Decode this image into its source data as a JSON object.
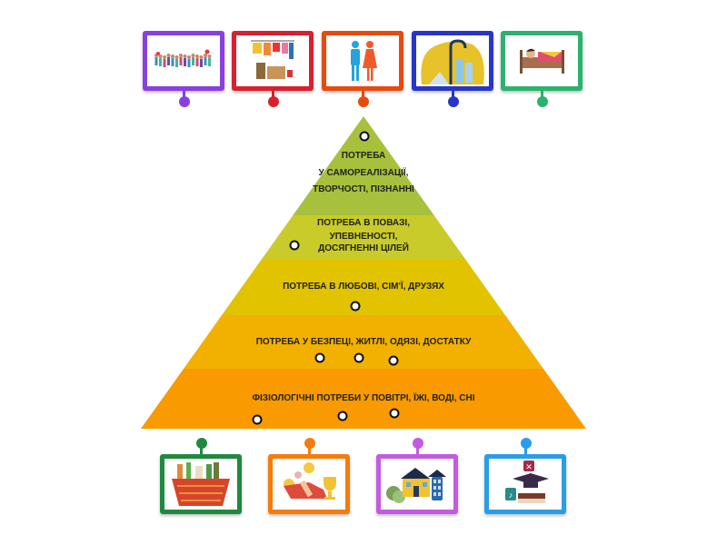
{
  "top_cards": [
    {
      "icon": "crowd-people-image",
      "color": "#8a3fe0"
    },
    {
      "icon": "clothes-rack-image",
      "color": "#d8202e"
    },
    {
      "icon": "man-woman-image",
      "color": "#e84a10"
    },
    {
      "icon": "water-tap-image",
      "color": "#2836c8"
    },
    {
      "icon": "sleeping-bed-image",
      "color": "#2ab36e"
    }
  ],
  "bottom_cards": [
    {
      "icon": "food-basket-image",
      "color": "#1f8a3e"
    },
    {
      "icon": "achievement-trophy-image",
      "color": "#f57c0a"
    },
    {
      "icon": "house-money-image",
      "color": "#c45ae0"
    },
    {
      "icon": "education-books-image",
      "color": "#2a9de8"
    }
  ],
  "pyramid": {
    "levels": [
      {
        "lines": [
          "ПОТРЕБА",
          "У САМОРЕАЛІЗАЦІЇ,",
          "ТВОРЧОСТІ, ПІЗНАННІ"
        ],
        "color": "#a8c13c"
      },
      {
        "lines": [
          "ПОТРЕБА В ПОВАЗІ,",
          "УПЕВНЕНОСТІ,",
          "ДОСЯГНЕННІ ЦІЛЕЙ"
        ],
        "color": "#c9cb2a"
      },
      {
        "lines": [
          "ПОТРЕБА В ЛЮБОВІ, СІМ'Ї, ДРУЗЯХ"
        ],
        "color": "#e1c300"
      },
      {
        "lines": [
          "ПОТРЕБА У БЕЗПЕЦІ, ЖИТЛІ, ОДЯЗІ,  ДОСТАТКУ"
        ],
        "color": "#f2b000"
      },
      {
        "lines": [
          "ФІЗІОЛОГІЧНІ ПОТРЕБИ У ПОВІТРІ, ЇЖІ, ВОДІ, СНІ"
        ],
        "color": "#f89a00"
      }
    ]
  }
}
